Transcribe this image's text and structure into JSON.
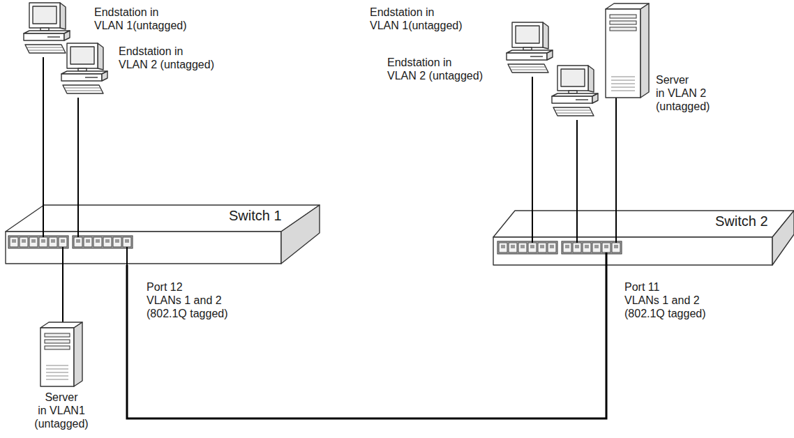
{
  "diagram": {
    "nodes": [
      {
        "text": [
          "Endstation in VLAN 1(untagged)"
        ]
      },
      {
        "text": [
          "Endstation in VLAN 2 (untagged)"
        ]
      },
      {
        "text": [
          "Switch 1"
        ]
      },
      {
        "text": [
          "Server in VLAN1 (untagged)"
        ]
      },
      {
        "text": [
          "Endstation in VLAN 1(untagged)"
        ]
      },
      {
        "text": [
          "Endstation in VLAN 2 (untagged)"
        ]
      },
      {
        "text": [
          "Server in VLAN 2 (untagged)"
        ]
      },
      {
        "text": [
          "Switch 2"
        ]
      }
    ],
    "edges": [
      {
        "from": 0,
        "to": 2,
        "arrow": "none"
      },
      {
        "from": 1,
        "to": 2,
        "arrow": "none"
      },
      {
        "from": 3,
        "to": 2,
        "arrow": "none"
      },
      {
        "from": 2,
        "to": 7,
        "arrow": "none"
      },
      {
        "from": 4,
        "to": 7,
        "arrow": "none"
      },
      {
        "from": 5,
        "to": 7,
        "arrow": "none"
      },
      {
        "from": 6,
        "to": 7,
        "arrow": "none"
      }
    ],
    "labels": [
      "Port 12 VLANs 1 and 2 (802.1Q tagged)",
      "Port 11 VLANs 1 and 2 (802.1Q tagged)"
    ]
  }
}
